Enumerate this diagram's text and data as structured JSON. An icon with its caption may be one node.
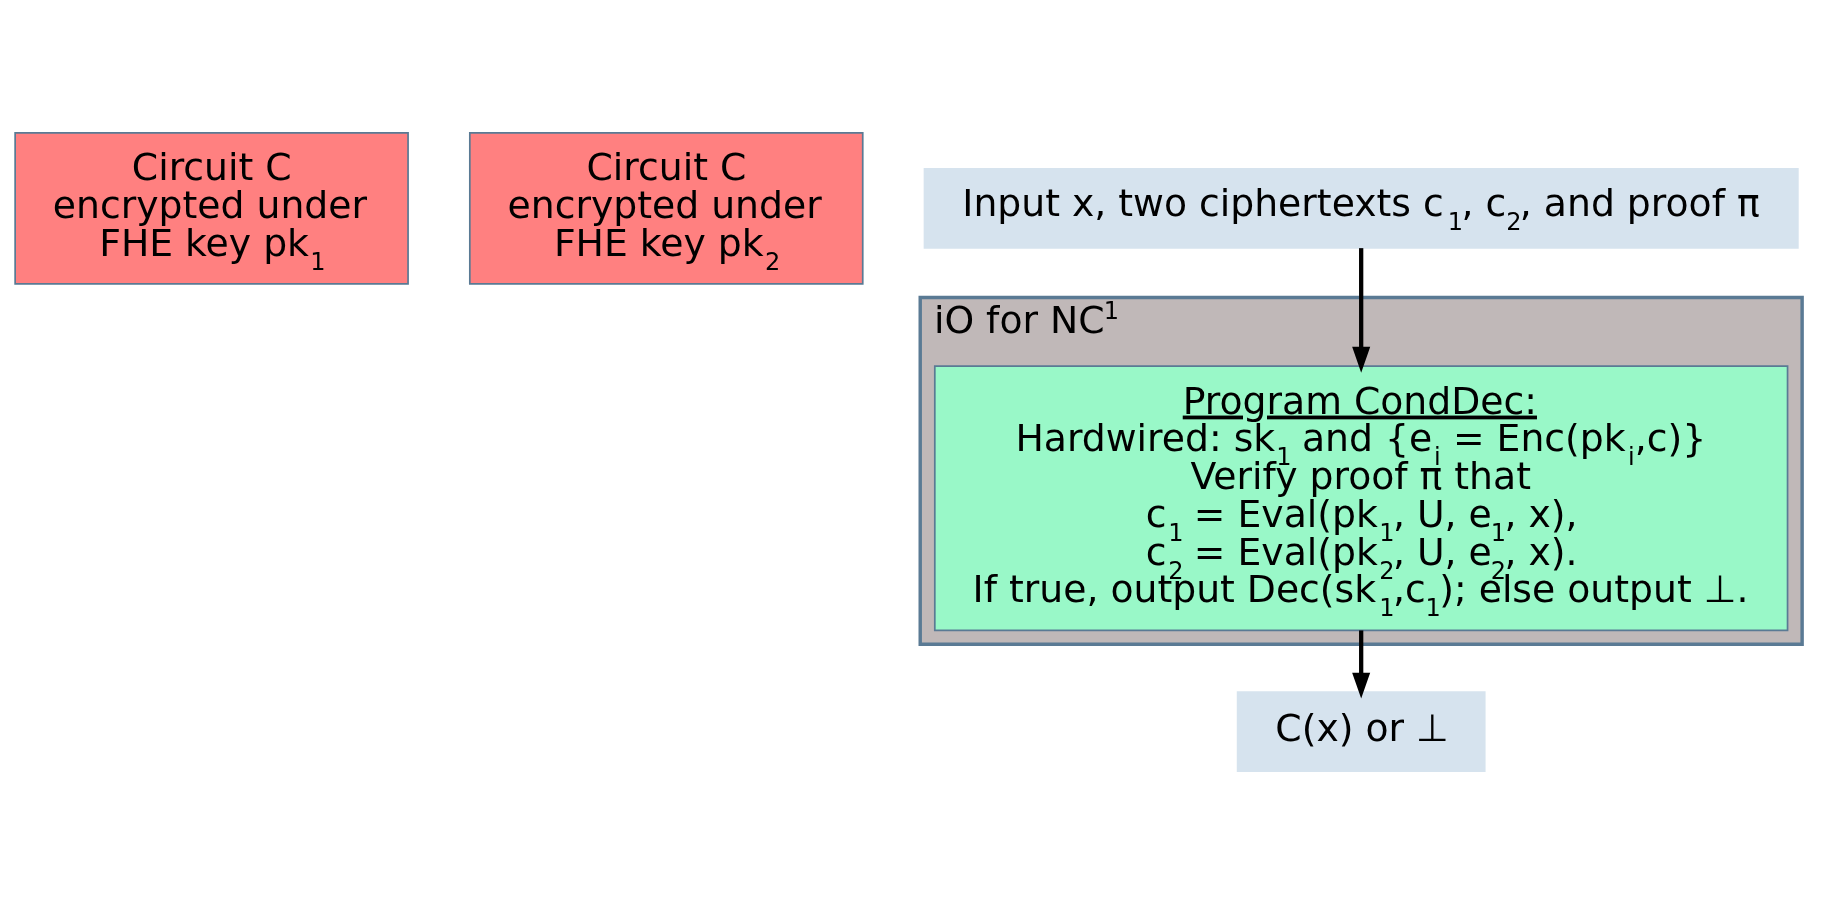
{
  "diagram": {
    "nodes": [
      {
        "text": [
          "Circuit C encrypted under FHE key pk$_{1}$"
        ]
      },
      {
        "text": [
          "Circuit C encrypted under FHE key pk$_{2}$"
        ]
      },
      {
        "text": [
          "Input x, two ciphertexts c$_{1}$, c$_{2}$, and proof π"
        ]
      },
      {
        "text": [
          "iO for NC$^{1}$"
        ]
      },
      {
        "text": [
          "Program CondDec:",
          "Hardwired: sk$_{1}$ and {e$_{i}$ = Enc(pk$_{i}$,c)}",
          "Verify proof π that",
          "c$_{1}$ = Eval(pk$_{1}$, U, e$_{1}$, x),",
          "c$_{2}$ = Eval(pk$_{2}$, U, e$_{2}$, x).",
          "If true, output Dec(sk$_{1}$,c$_{1}$); else output ⊥."
        ],
        "in": 3
      },
      {
        "text": [
          "C(x) or ⊥"
        ]
      }
    ],
    "edges": [
      {
        "from": 2,
        "to": 4,
        "arrow": "to"
      },
      {
        "from": 4,
        "to": 5,
        "arrow": "to"
      }
    ]
  }
}
